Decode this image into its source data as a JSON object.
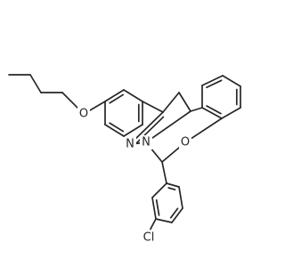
{
  "atoms": {
    "oxygen_ether": "O",
    "oxygen_ring": "O",
    "nitrogen_imine": "N",
    "nitrogen_ring": "N",
    "chlorine": "Cl"
  },
  "colors": {
    "bond": "#262626",
    "heteroatom": "#262626",
    "background": "#ffffff"
  }
}
